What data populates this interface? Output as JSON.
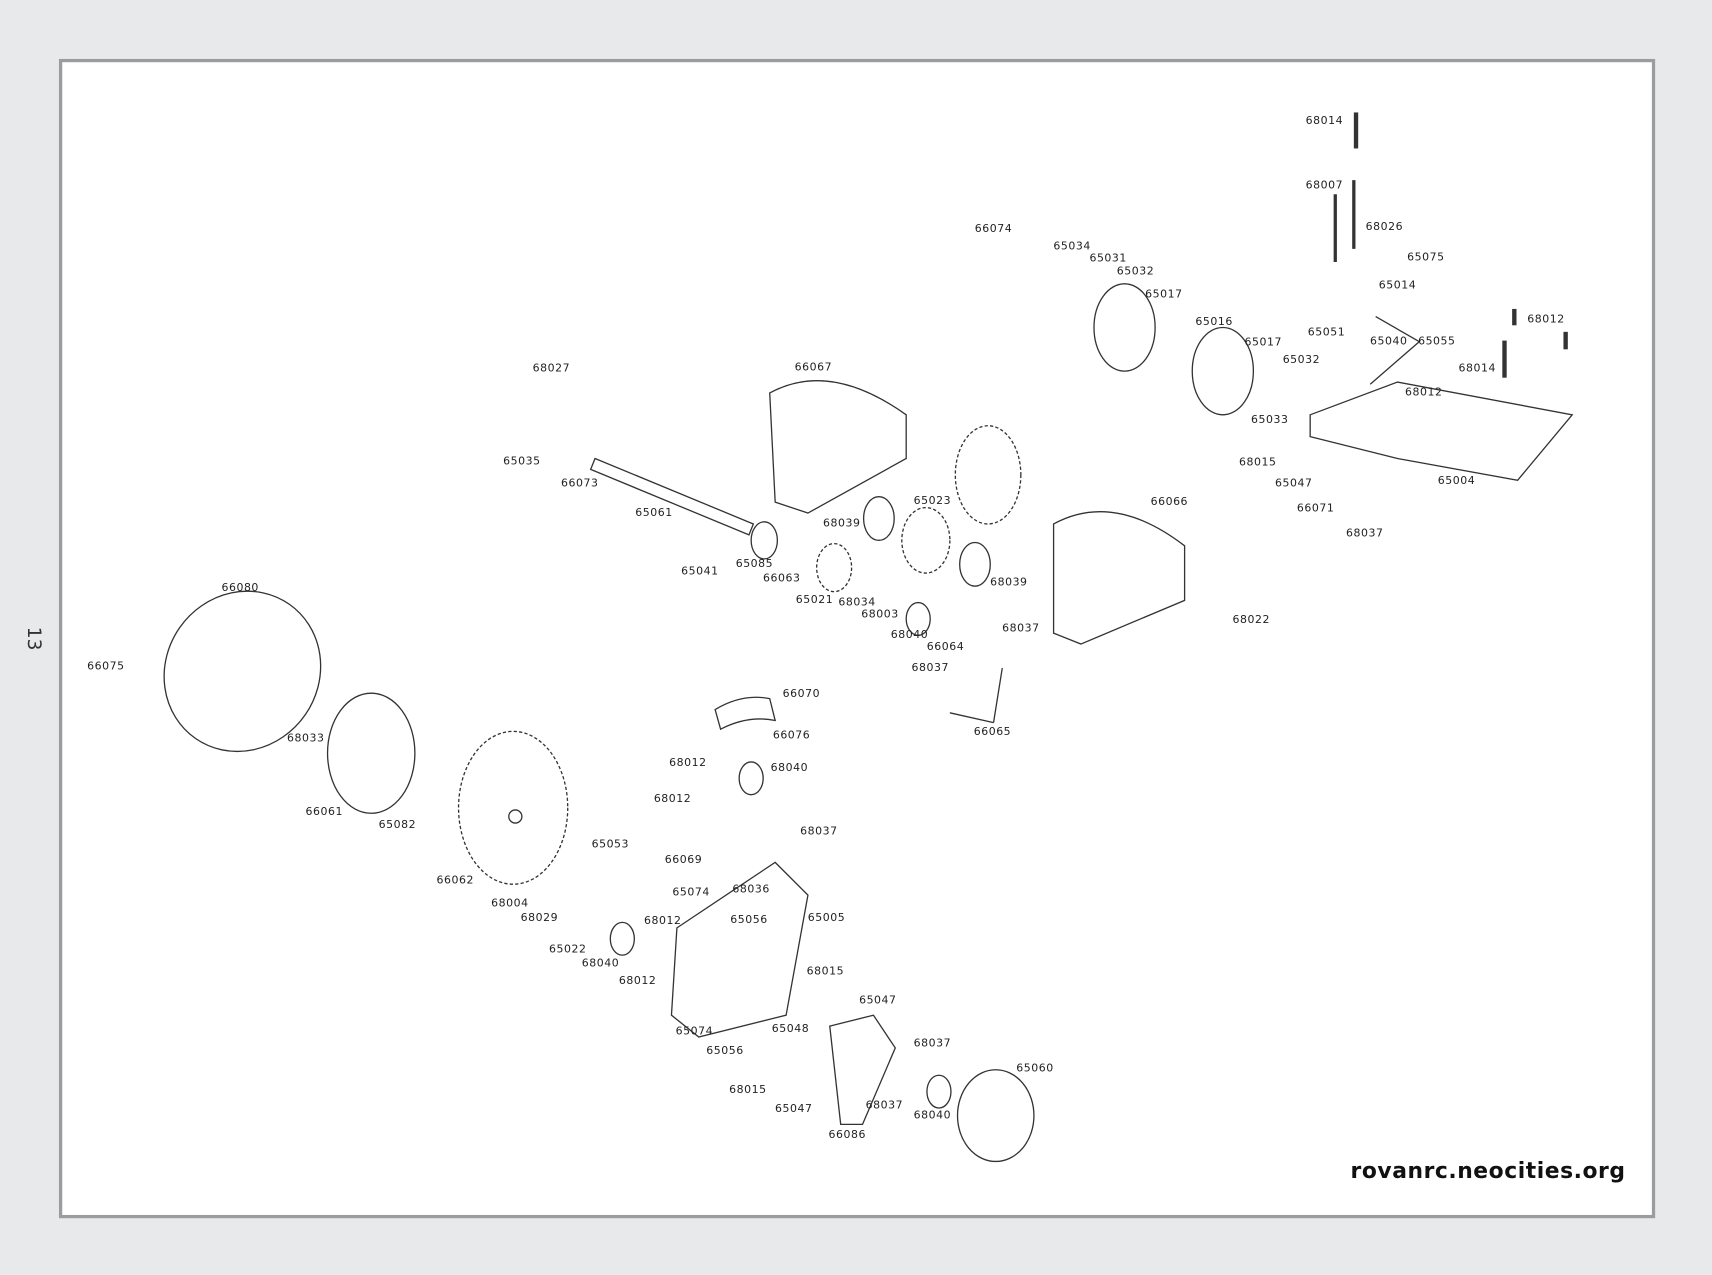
{
  "page_number": "13",
  "footer": "rovanrc.neocities.org",
  "parts": [
    "68014",
    "68007",
    "68026",
    "65075",
    "66074",
    "65034",
    "65031",
    "65032",
    "65014",
    "65017",
    "65016",
    "68012",
    "65051",
    "65040",
    "65055",
    "65017",
    "68014",
    "65032",
    "68027",
    "66067",
    "68012",
    "65033",
    "65035",
    "68015",
    "65047",
    "65004",
    "66073",
    "66071",
    "68037",
    "65061",
    "66066",
    "68039",
    "65023",
    "65041",
    "65085",
    "66063",
    "68039",
    "65021",
    "68034",
    "68003",
    "68022",
    "66080",
    "68037",
    "68040",
    "66064",
    "66075",
    "68037",
    "66070",
    "66065",
    "68033",
    "66076",
    "68012",
    "68040",
    "66061",
    "68012",
    "65082",
    "68037",
    "65053",
    "66069",
    "68036",
    "66062",
    "68004",
    "65074",
    "65056",
    "65005",
    "68029",
    "68012",
    "65022",
    "68040",
    "68012",
    "68015",
    "65047",
    "65074",
    "65048",
    "65056",
    "68037",
    "65060",
    "68015",
    "65047",
    "68037",
    "68040",
    "66086"
  ]
}
